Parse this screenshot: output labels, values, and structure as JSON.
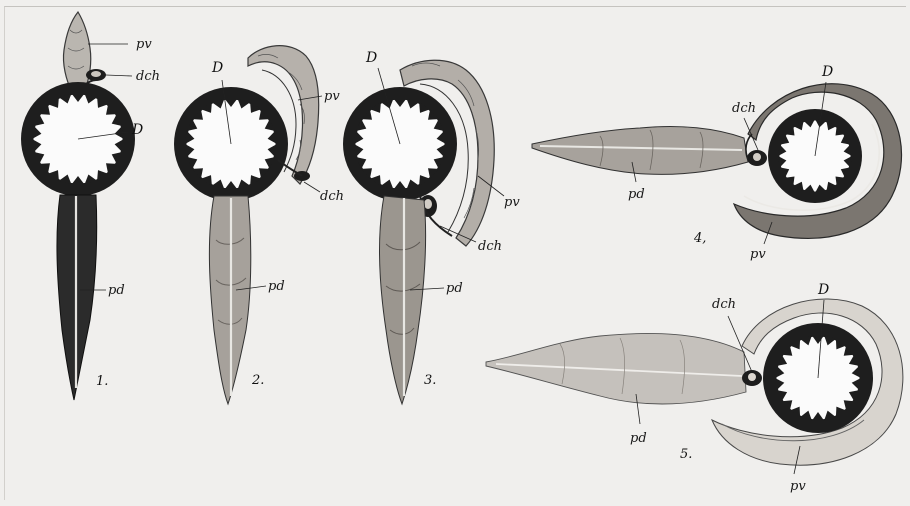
{
  "figure": {
    "labels": {
      "pv": "pv",
      "dch": "dch",
      "D": "D",
      "pd": "pd"
    },
    "numbers": [
      "1.",
      "2.",
      "3.",
      "4,",
      "5."
    ]
  }
}
